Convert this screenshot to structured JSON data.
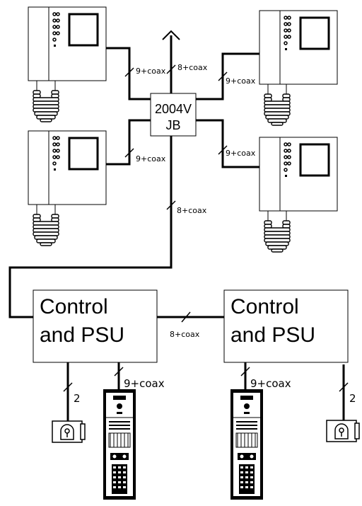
{
  "junction_box": {
    "line1": "2004V",
    "line2": "JB"
  },
  "cable_labels": {
    "top_left": "9+coax",
    "top_up": "8+coax",
    "top_right": "9+coax",
    "mid_left": "9+coax",
    "mid_right": "9+coax",
    "trunk": "8+coax",
    "between_psu": "8+coax",
    "left_panel": "9+coax",
    "right_panel": "9+coax",
    "left_lock": "2",
    "right_lock": "2"
  },
  "psu_left": {
    "line1": "Control",
    "line2": "and PSU"
  },
  "psu_right": {
    "line1": "Control",
    "line2": "and PSU"
  }
}
